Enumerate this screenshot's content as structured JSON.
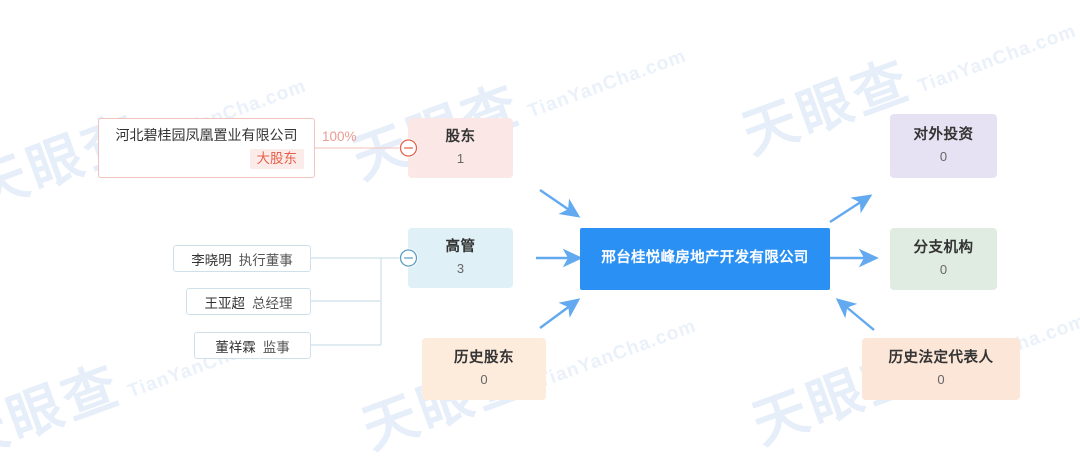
{
  "watermark": {
    "cn": "天眼查",
    "en": "TianYanCha.com"
  },
  "center": {
    "name": "邢台桂悦峰房地产开发有限公司",
    "color": "#2b90f4"
  },
  "shareholder_entity": {
    "name": "河北碧桂园凤凰置业有限公司",
    "tag": "大股东",
    "percent": "100%",
    "border_color": "#f0c3bd",
    "tag_color": "#e8604c"
  },
  "executives": [
    {
      "name": "李晓明",
      "role": "执行董事"
    },
    {
      "name": "王亚超",
      "role": "总经理"
    },
    {
      "name": "董祥霖",
      "role": "监事"
    }
  ],
  "categories": {
    "shareholder": {
      "title": "股东",
      "count": "1",
      "color": "#fbe8e6",
      "toggle": "minus-circle-icon",
      "toggle_color": "#e8604c"
    },
    "executive": {
      "title": "高管",
      "count": "3",
      "color": "#dff0f7",
      "toggle": "minus-circle-icon",
      "toggle_color": "#5a9fc4"
    },
    "hist_shareholder": {
      "title": "历史股东",
      "count": "0",
      "color": "#fdebdc"
    },
    "outbound_investment": {
      "title": "对外投资",
      "count": "0",
      "color": "#e6e2f3"
    },
    "branch": {
      "title": "分支机构",
      "count": "0",
      "color": "#e0ece2"
    },
    "hist_legal_rep": {
      "title": "历史法定代表人",
      "count": "0",
      "color": "#fbe6d8"
    }
  },
  "edges": {
    "arrow_color": "#62a9f0",
    "shareholder_line_color": "#f3ccc6",
    "exec_line_color": "#cfe0ea"
  }
}
